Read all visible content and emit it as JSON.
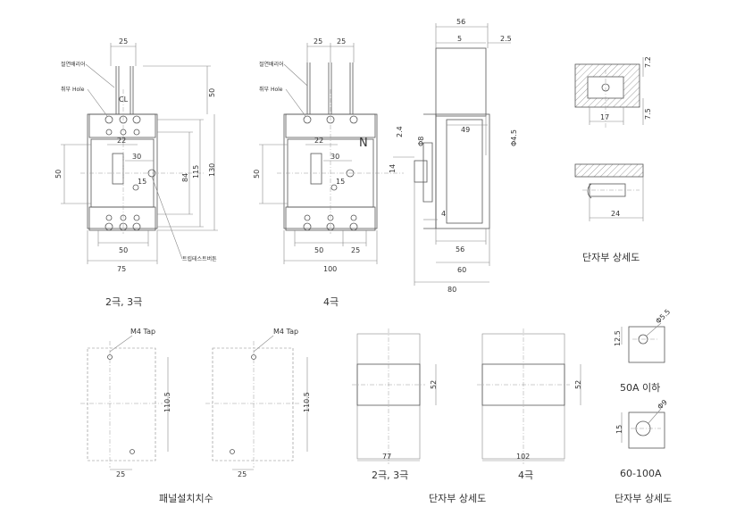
{
  "captions": {
    "front_23": "2극, 3극",
    "front_4": "4극",
    "terminal_top": "단자부 상세도",
    "panel": "패널설치치수",
    "terminal_bottom": "단자부 상세도",
    "bottom_23": "2극, 3극",
    "bottom_4": "4극",
    "sub_50a": "50A 이하",
    "sub_60100a": "60-100A",
    "bottom_right": "단자부 상세도"
  },
  "labels": {
    "barrier": "절연배리어",
    "hole": "취부 Hole",
    "trip_button": "트립테스트버튼",
    "m4_tap": "M4 Tap",
    "neutral": "N",
    "cl": "CL"
  },
  "dimensions": {
    "front_23": {
      "pitch": "25",
      "top": "50",
      "width_22": "22",
      "w30": "30",
      "w15": "15",
      "h84": "84",
      "h115": "115",
      "h130": "130",
      "left50": "50",
      "bot50": "50",
      "bot75": "75"
    },
    "front_4": {
      "pitch1": "25",
      "pitch2": "25",
      "width_22": "22",
      "w30": "30",
      "w15": "15",
      "left50": "50",
      "b50": "50",
      "b25": "25",
      "b100": "100"
    },
    "side": {
      "d56": "56",
      "d5": "5",
      "d2_5": "2.5",
      "d49": "49",
      "d4_5": "Φ4.5",
      "d8": "Φ8",
      "d2_4": "2.4",
      "d14": "14",
      "d4": "4",
      "b56": "56",
      "b60": "60",
      "b80": "80"
    },
    "terminal": {
      "h7_2": "7.2",
      "h7_5": "7.5",
      "w17": "17",
      "w24": "24"
    },
    "panel": {
      "h110_5a": "110.5",
      "h110_5b": "110.5",
      "w25a": "25",
      "w25b": "25"
    },
    "terminal_cut": {
      "h52a": "52",
      "h52b": "52",
      "w77": "77",
      "w102": "102"
    },
    "terminal_small": {
      "d5_5": "Φ5.5",
      "h12_5": "12.5",
      "d9": "Φ9",
      "h15": "15"
    }
  },
  "colors": {
    "line": "#555555",
    "text": "#333333",
    "hatch": "#888888"
  }
}
